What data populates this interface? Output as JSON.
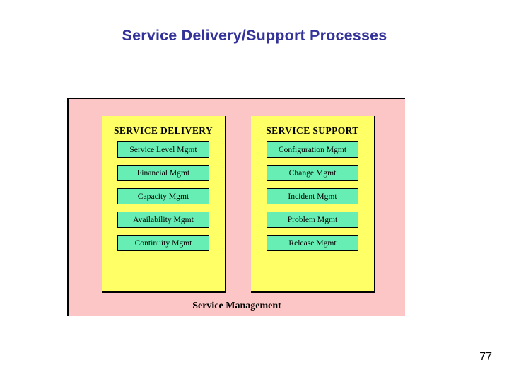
{
  "slide": {
    "title": "Service Delivery/Support Processes",
    "page_number": "77",
    "title_color": "#333399",
    "frame_color": "#fdc6c6",
    "panel_color": "#ffff66",
    "box_color": "#66eeb4"
  },
  "diagram": {
    "caption": "Service Management",
    "panels": [
      {
        "heading": "SERVICE DELIVERY",
        "items": [
          {
            "label": "Service Level Mgmt"
          },
          {
            "label": "Financial Mgmt"
          },
          {
            "label": "Capacity Mgmt"
          },
          {
            "label": "Availability Mgmt"
          },
          {
            "label": "Continuity Mgmt"
          }
        ]
      },
      {
        "heading": "SERVICE SUPPORT",
        "items": [
          {
            "label": "Configuration Mgmt"
          },
          {
            "label": "Change Mgmt"
          },
          {
            "label": "Incident Mgmt"
          },
          {
            "label": "Problem Mgmt"
          },
          {
            "label": "Release Mgmt"
          }
        ]
      }
    ]
  }
}
